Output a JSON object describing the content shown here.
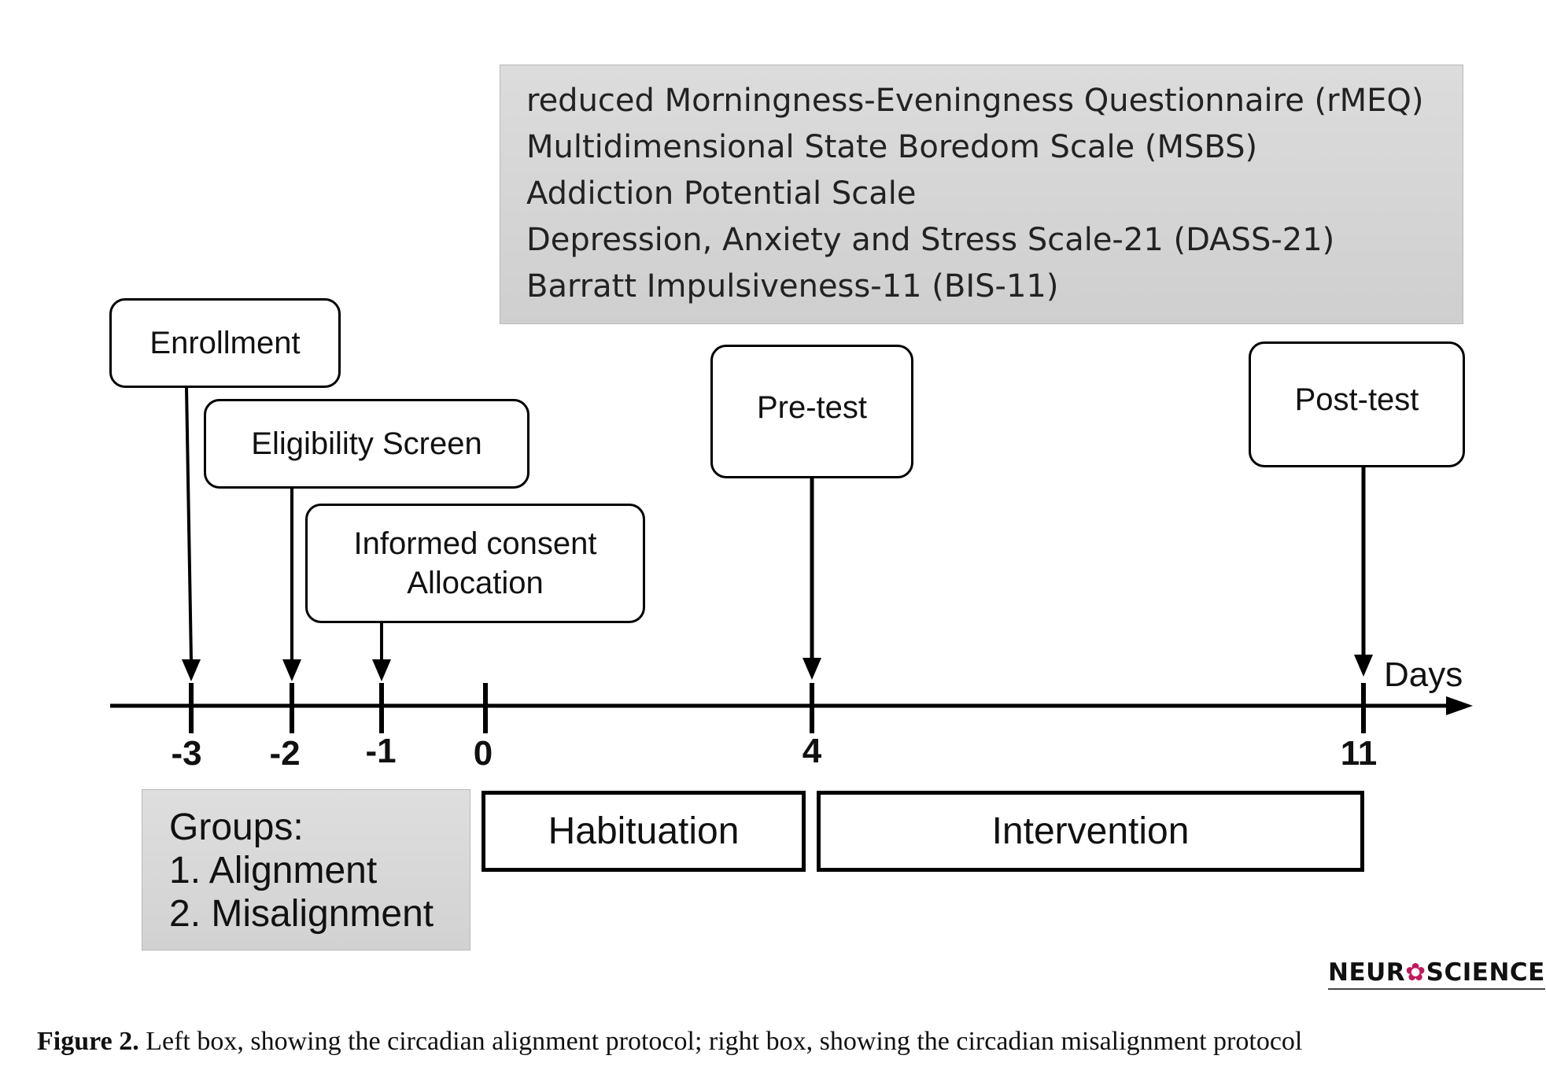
{
  "scales": [
    "reduced Morningness-Eveningness Questionnaire (rMEQ)",
    "Multidimensional State Boredom Scale (MSBS)",
    "Addiction Potential Scale",
    "Depression, Anxiety and Stress Scale-21 (DASS-21)",
    "Barratt Impulsiveness-11 (BIS-11)"
  ],
  "events": {
    "enrollment": "Enrollment",
    "eligibility": "Eligibility Screen",
    "consent_line1": "Informed consent",
    "consent_line2": "Allocation",
    "pretest": "Pre-test",
    "posttest": "Post-test"
  },
  "timeline": {
    "axis_label": "Days",
    "ticks": [
      "-3",
      "-2",
      "-1",
      "0",
      "4",
      "11"
    ]
  },
  "periods": {
    "habituation": "Habituation",
    "intervention": "Intervention"
  },
  "groups": {
    "title": "Groups:",
    "items": [
      "1. Alignment",
      "2. Misalignment"
    ]
  },
  "logo": {
    "left": "NEUR",
    "mark": "✿",
    "right": "SCIENCE"
  },
  "caption": {
    "label": "Figure 2.",
    "text": " Left box, showing the circadian alignment protocol; right box, showing the circadian misalignment protocol"
  }
}
